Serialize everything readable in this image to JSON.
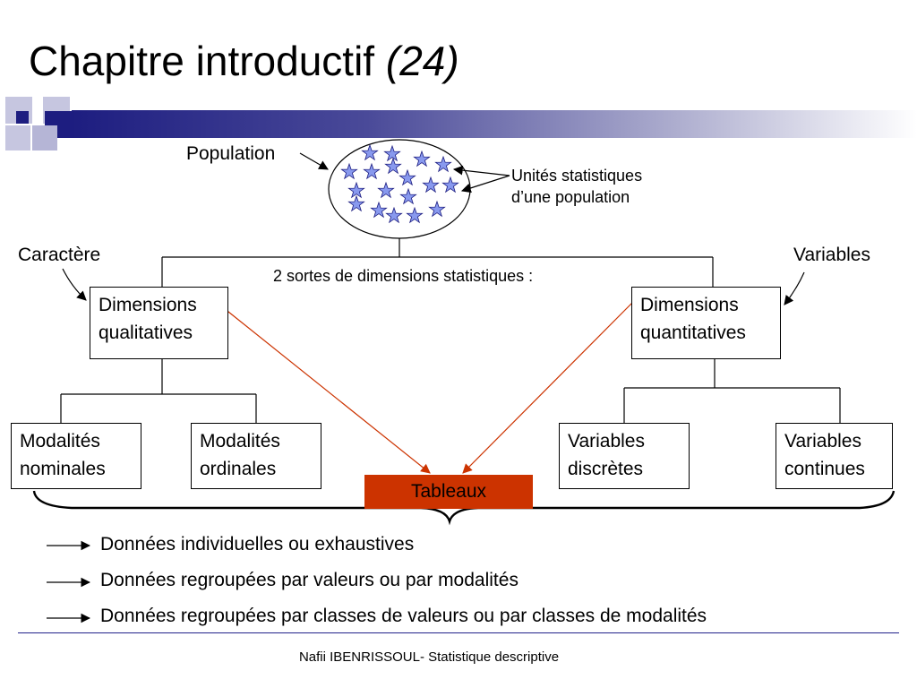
{
  "slide": {
    "title_main": "Chapitre introductif",
    "title_number": "(24)"
  },
  "diagram": {
    "population_label": "Population",
    "units_line1": "Unités statistiques",
    "units_line2": "d’une population",
    "caractere_label": "Caractère",
    "variables_label": "Variables",
    "dimensions_caption": "2 sortes de dimensions statistiques :",
    "qualitative": {
      "line1": "Dimensions",
      "line2": "qualitatives"
    },
    "quantitative": {
      "line1": "Dimensions",
      "line2": "quantitatives"
    },
    "nominales": {
      "line1": "Modalités",
      "line2": "nominales"
    },
    "ordinales": {
      "line1": "Modalités",
      "line2": "ordinales"
    },
    "discretes": {
      "line1": "Variables",
      "line2": "discrètes"
    },
    "continues": {
      "line1": "Variables",
      "line2": "continues"
    },
    "tableaux_label": "Tableaux",
    "colors": {
      "accent": "#cc3300",
      "star_fill": "#8899ee",
      "bar_dark": "#1d1d80"
    }
  },
  "bullets": [
    "Données individuelles ou exhaustives",
    "Données regroupées par valeurs ou par modalités",
    "Données regroupées par classes de valeurs ou par classes de modalités"
  ],
  "footer": {
    "text": "Nafii IBENRISSOUL- Statistique descriptive"
  }
}
